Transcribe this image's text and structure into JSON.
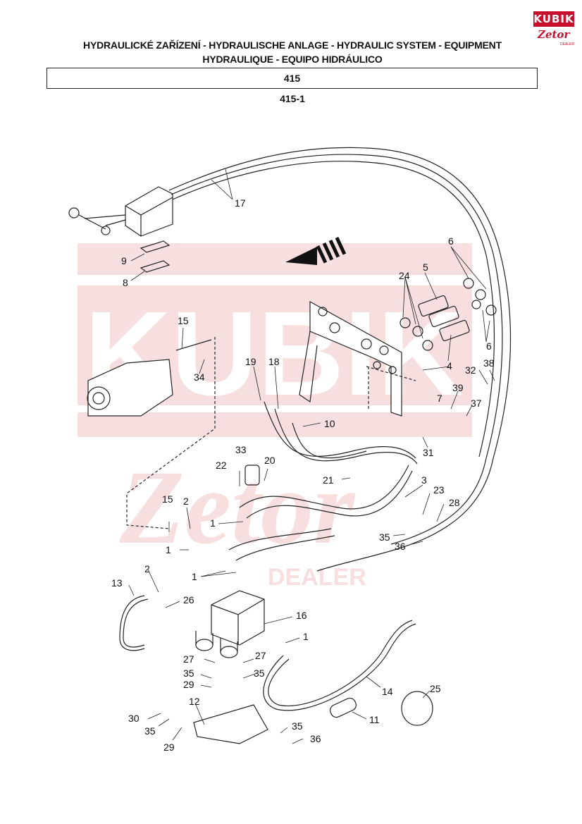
{
  "header": {
    "title_line1": "HYDRAULICKÉ ZAŘÍZENÍ - HYDRAULISCHE ANLAGE - HYDRAULIC SYSTEM - EQUIPMENT",
    "title_line2": "HYDRAULIQUE - EQUIPO HIDRÁULICO",
    "group_code": "415",
    "figure_code": "415-1"
  },
  "logo": {
    "brand": "KUBIK",
    "sub_brand": "Zetor",
    "tag": "DEALER",
    "color": "#c8102e"
  },
  "watermark": {
    "text_top": "KUBIK",
    "text_bottom": "Zetor",
    "text_dealer": "DEALER"
  },
  "callouts": {
    "c1": "17",
    "c2": "9",
    "c3": "8",
    "c4": "6",
    "c5": "5",
    "c6": "24",
    "c7": "6",
    "c8": "4",
    "c9": "15",
    "c10": "34",
    "c11": "19",
    "c12": "18",
    "c13": "32",
    "c14": "38",
    "c15": "7",
    "c16": "39",
    "c17": "37",
    "c18": "10",
    "c19": "31",
    "c20": "33",
    "c21": "22",
    "c22": "20",
    "c23": "21",
    "c24": "3",
    "c25": "23",
    "c26": "28",
    "c27": "15",
    "c28": "2",
    "c29": "1",
    "c30": "1",
    "c31": "35",
    "c32": "36",
    "c33": "2",
    "c34": "13",
    "c35": "1",
    "c36": "26",
    "c37": "16",
    "c38": "1",
    "c39": "27",
    "c40": "27",
    "c41": "35",
    "c42": "35",
    "c43": "29",
    "c44": "14",
    "c45": "25",
    "c46": "12",
    "c47": "30",
    "c48": "35",
    "c49": "29",
    "c50": "11",
    "c51": "35",
    "c52": "36"
  }
}
